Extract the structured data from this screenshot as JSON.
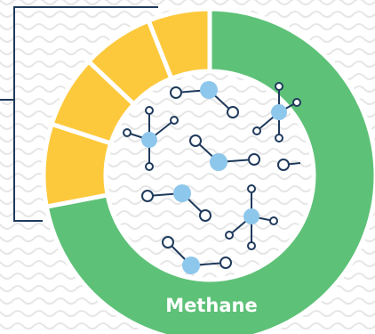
{
  "diagram": {
    "center_label": "Methane",
    "composition": [
      {
        "segment": "methane",
        "fraction": 0.72,
        "color": "#5ec178"
      },
      {
        "segment": "other-1",
        "fraction": 0.08,
        "color": "#fdc93c"
      },
      {
        "segment": "other-2",
        "fraction": 0.07,
        "color": "#fdc93c"
      },
      {
        "segment": "other-3",
        "fraction": 0.07,
        "color": "#fdc93c"
      },
      {
        "segment": "other-4",
        "fraction": 0.06,
        "color": "#fdc93c"
      }
    ],
    "colors": {
      "background_wave": "#e6e6e6",
      "bracket_line": "#1f3a5c",
      "molecule_bond": "#1f3a5c",
      "molecule_atom": "#8ec7ec",
      "segment_gap": "#ffffff"
    }
  }
}
